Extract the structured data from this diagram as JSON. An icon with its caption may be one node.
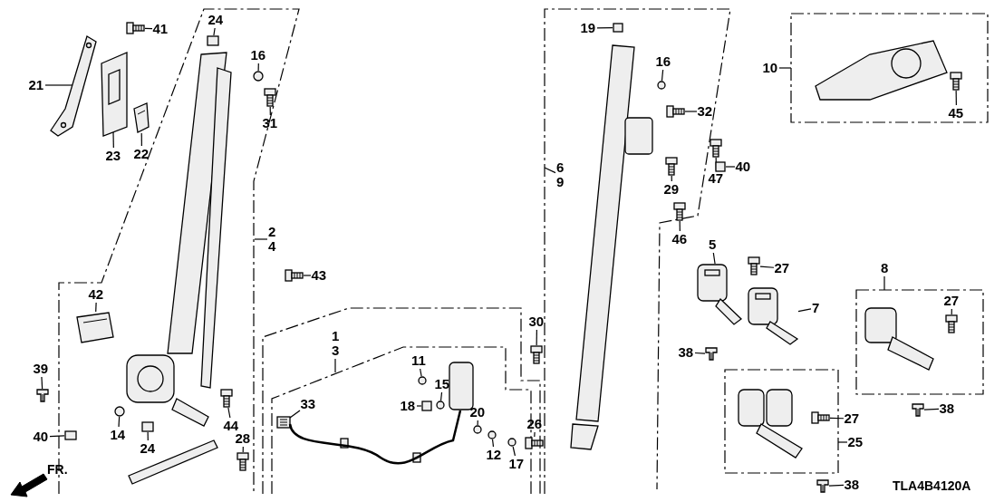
{
  "diagram": {
    "nodes": [
      {
        "text": [
          "41"
        ]
      },
      {
        "text": [
          "21"
        ]
      },
      {
        "text": [
          "24"
        ]
      },
      {
        "text": [
          "16"
        ]
      },
      {
        "text": [
          "31"
        ]
      },
      {
        "text": [
          "23"
        ]
      },
      {
        "text": [
          "22"
        ]
      },
      {
        "text": [
          "2",
          "4"
        ]
      },
      {
        "text": [
          "43"
        ]
      },
      {
        "text": [
          "42"
        ]
      },
      {
        "text": [
          "39"
        ]
      },
      {
        "text": [
          "44"
        ]
      },
      {
        "text": [
          "40"
        ]
      },
      {
        "text": [
          "14"
        ]
      },
      {
        "text": [
          "24"
        ]
      },
      {
        "text": [
          "28"
        ]
      },
      {
        "text": [
          "1",
          "3"
        ]
      },
      {
        "text": [
          "11"
        ]
      },
      {
        "text": [
          "15"
        ]
      },
      {
        "text": [
          "33"
        ]
      },
      {
        "text": [
          "18"
        ]
      },
      {
        "text": [
          "20"
        ]
      },
      {
        "text": [
          "26"
        ]
      },
      {
        "text": [
          "12"
        ]
      },
      {
        "text": [
          "17"
        ]
      },
      {
        "text": [
          "19"
        ]
      },
      {
        "text": [
          "16"
        ]
      },
      {
        "text": [
          "32"
        ]
      },
      {
        "text": [
          "6",
          "9"
        ]
      },
      {
        "text": [
          "29"
        ]
      },
      {
        "text": [
          "40"
        ]
      },
      {
        "text": [
          "10"
        ]
      },
      {
        "text": [
          "45"
        ]
      },
      {
        "text": [
          "47"
        ]
      },
      {
        "text": [
          "46"
        ]
      },
      {
        "text": [
          "5"
        ]
      },
      {
        "text": [
          "27"
        ]
      },
      {
        "text": [
          "7"
        ]
      },
      {
        "text": [
          "30"
        ]
      },
      {
        "text": [
          "38"
        ]
      },
      {
        "text": [
          "8"
        ]
      },
      {
        "text": [
          "27"
        ]
      },
      {
        "text": [
          "38"
        ]
      },
      {
        "text": [
          "27"
        ]
      },
      {
        "text": [
          "25"
        ]
      },
      {
        "text": [
          "38"
        ]
      },
      {
        "text": [],
        "shape": "picture"
      },
      {
        "text": [],
        "shape": "picture"
      },
      {
        "text": [],
        "shape": "box"
      },
      {
        "text": [],
        "shape": "circle"
      },
      {
        "text": [],
        "shape": "picture"
      },
      {
        "text": [],
        "shape": "picture"
      },
      {
        "text": [],
        "shape": "picture"
      },
      {
        "text": [],
        "shape": "picture"
      },
      {
        "text": [],
        "shape": "picture"
      },
      {
        "text": [],
        "shape": "picture"
      },
      {
        "text": [],
        "shape": "picture"
      },
      {
        "text": [],
        "shape": "box"
      },
      {
        "text": [],
        "shape": "circle"
      },
      {
        "text": [],
        "shape": "box"
      },
      {
        "text": [],
        "shape": "picture"
      },
      {
        "text": [],
        "shape": "circle"
      },
      {
        "text": [],
        "shape": "circle"
      },
      {
        "text": [],
        "shape": "picture"
      },
      {
        "text": [],
        "shape": "box"
      },
      {
        "text": [],
        "shape": "circle"
      },
      {
        "text": [],
        "shape": "picture"
      },
      {
        "text": [],
        "shape": "circle"
      },
      {
        "text": [],
        "shape": "circle"
      },
      {
        "text": [],
        "shape": "box"
      },
      {
        "text": [],
        "shape": "circle"
      },
      {
        "text": [],
        "shape": "picture"
      },
      {
        "text": [],
        "shape": "picture"
      },
      {
        "text": [],
        "shape": "box"
      },
      {
        "text": [],
        "shape": "picture"
      },
      {
        "text": [],
        "shape": "picture"
      },
      {
        "text": [],
        "shape": "picture"
      },
      {
        "text": [],
        "shape": "picture"
      },
      {
        "text": [],
        "shape": "picture"
      },
      {
        "text": [],
        "shape": "picture"
      },
      {
        "text": [],
        "shape": "picture"
      },
      {
        "text": [],
        "shape": "picture"
      },
      {
        "text": [],
        "shape": "picture"
      },
      {
        "text": [],
        "shape": "picture"
      },
      {
        "text": [],
        "shape": "picture"
      },
      {
        "text": [],
        "shape": "picture"
      }
    ],
    "edges": [
      {
        "from": 0,
        "to": 46,
        "arrow": "none"
      },
      {
        "from": 1,
        "to": 47,
        "arrow": "none"
      },
      {
        "from": 2,
        "to": 48,
        "arrow": "none"
      },
      {
        "from": 3,
        "to": 49,
        "arrow": "none"
      },
      {
        "from": 4,
        "to": 50,
        "arrow": "none"
      },
      {
        "from": 5,
        "to": 51,
        "arrow": "none"
      },
      {
        "from": 6,
        "to": 52,
        "arrow": "none"
      },
      {
        "from": 7,
        "to": null,
        "arrow": "none"
      },
      {
        "from": 8,
        "to": 53,
        "arrow": "none"
      },
      {
        "from": 9,
        "to": 54,
        "arrow": "none"
      },
      {
        "from": 10,
        "to": 55,
        "arrow": "none"
      },
      {
        "from": 11,
        "to": 56,
        "arrow": "none"
      },
      {
        "from": 12,
        "to": 57,
        "arrow": "none"
      },
      {
        "from": 13,
        "to": 58,
        "arrow": "none"
      },
      {
        "from": 14,
        "to": 59,
        "arrow": "none"
      },
      {
        "from": 15,
        "to": 60,
        "arrow": "none"
      },
      {
        "from": 16,
        "to": null,
        "arrow": "none"
      },
      {
        "from": 17,
        "to": 61,
        "arrow": "none"
      },
      {
        "from": 18,
        "to": 62,
        "arrow": "none"
      },
      {
        "from": 19,
        "to": 63,
        "arrow": "none"
      },
      {
        "from": 20,
        "to": 64,
        "arrow": "none"
      },
      {
        "from": 21,
        "to": 65,
        "arrow": "none"
      },
      {
        "from": 22,
        "to": 66,
        "arrow": "none"
      },
      {
        "from": 23,
        "to": 67,
        "arrow": "none"
      },
      {
        "from": 24,
        "to": 68,
        "arrow": "none"
      },
      {
        "from": 25,
        "to": 69,
        "arrow": "none"
      },
      {
        "from": 26,
        "to": 70,
        "arrow": "none"
      },
      {
        "from": 27,
        "to": 71,
        "arrow": "none"
      },
      {
        "from": 28,
        "to": null,
        "arrow": "none"
      },
      {
        "from": 29,
        "to": 72,
        "arrow": "none"
      },
      {
        "from": 30,
        "to": 73,
        "arrow": "none"
      },
      {
        "from": 31,
        "to": null,
        "arrow": "none"
      },
      {
        "from": 32,
        "to": 74,
        "arrow": "none"
      },
      {
        "from": 33,
        "to": 75,
        "arrow": "none"
      },
      {
        "from": 34,
        "to": 76,
        "arrow": "none"
      },
      {
        "from": 35,
        "to": 77,
        "arrow": "none"
      },
      {
        "from": 36,
        "to": 78,
        "arrow": "none"
      },
      {
        "from": 37,
        "to": 79,
        "arrow": "none"
      },
      {
        "from": 38,
        "to": 80,
        "arrow": "none"
      },
      {
        "from": 39,
        "to": 81,
        "arrow": "none"
      },
      {
        "from": 40,
        "to": null,
        "arrow": "none"
      },
      {
        "from": 41,
        "to": 82,
        "arrow": "none"
      },
      {
        "from": 42,
        "to": 83,
        "arrow": "none"
      },
      {
        "from": 43,
        "to": 84,
        "arrow": "none"
      },
      {
        "from": 44,
        "to": null,
        "arrow": "none"
      },
      {
        "from": 45,
        "to": 85,
        "arrow": "none"
      }
    ],
    "labels": [
      "FR.",
      "TLA4B4120A"
    ]
  }
}
